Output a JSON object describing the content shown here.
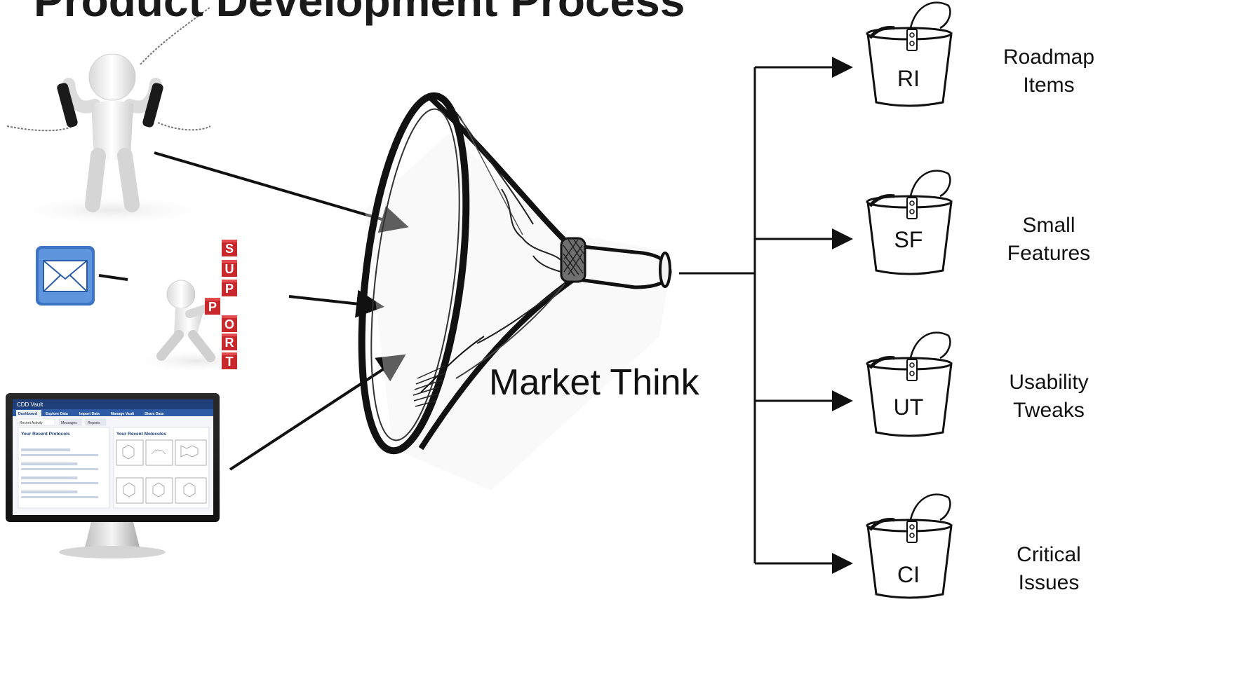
{
  "title": "Product Development Process",
  "funnel": {
    "label": "Market Think"
  },
  "support_letters": [
    "S",
    "U",
    "P",
    "P",
    "O",
    "R",
    "T"
  ],
  "monitor": {
    "app_name": "CDD Vault",
    "nav": [
      "Dashboard",
      "Explore Data",
      "Import Data",
      "Manage Vault",
      "Share Data"
    ],
    "tabs": [
      "Recent Activity",
      "Messages",
      "Reports"
    ],
    "left_panel_title": "Your Recent Protocols",
    "right_panel_title": "Your Recent Molecules"
  },
  "buckets": [
    {
      "abbr": "RI",
      "line1": "Roadmap",
      "line2": "Items"
    },
    {
      "abbr": "SF",
      "line1": "Small",
      "line2": "Features"
    },
    {
      "abbr": "UT",
      "line1": "Usability",
      "line2": "Tweaks"
    },
    {
      "abbr": "CI",
      "line1": "Critical",
      "line2": "Issues"
    }
  ],
  "colors": {
    "support_red": "#c8282b",
    "email_blue": "#3d74c6",
    "ink": "#111111"
  }
}
